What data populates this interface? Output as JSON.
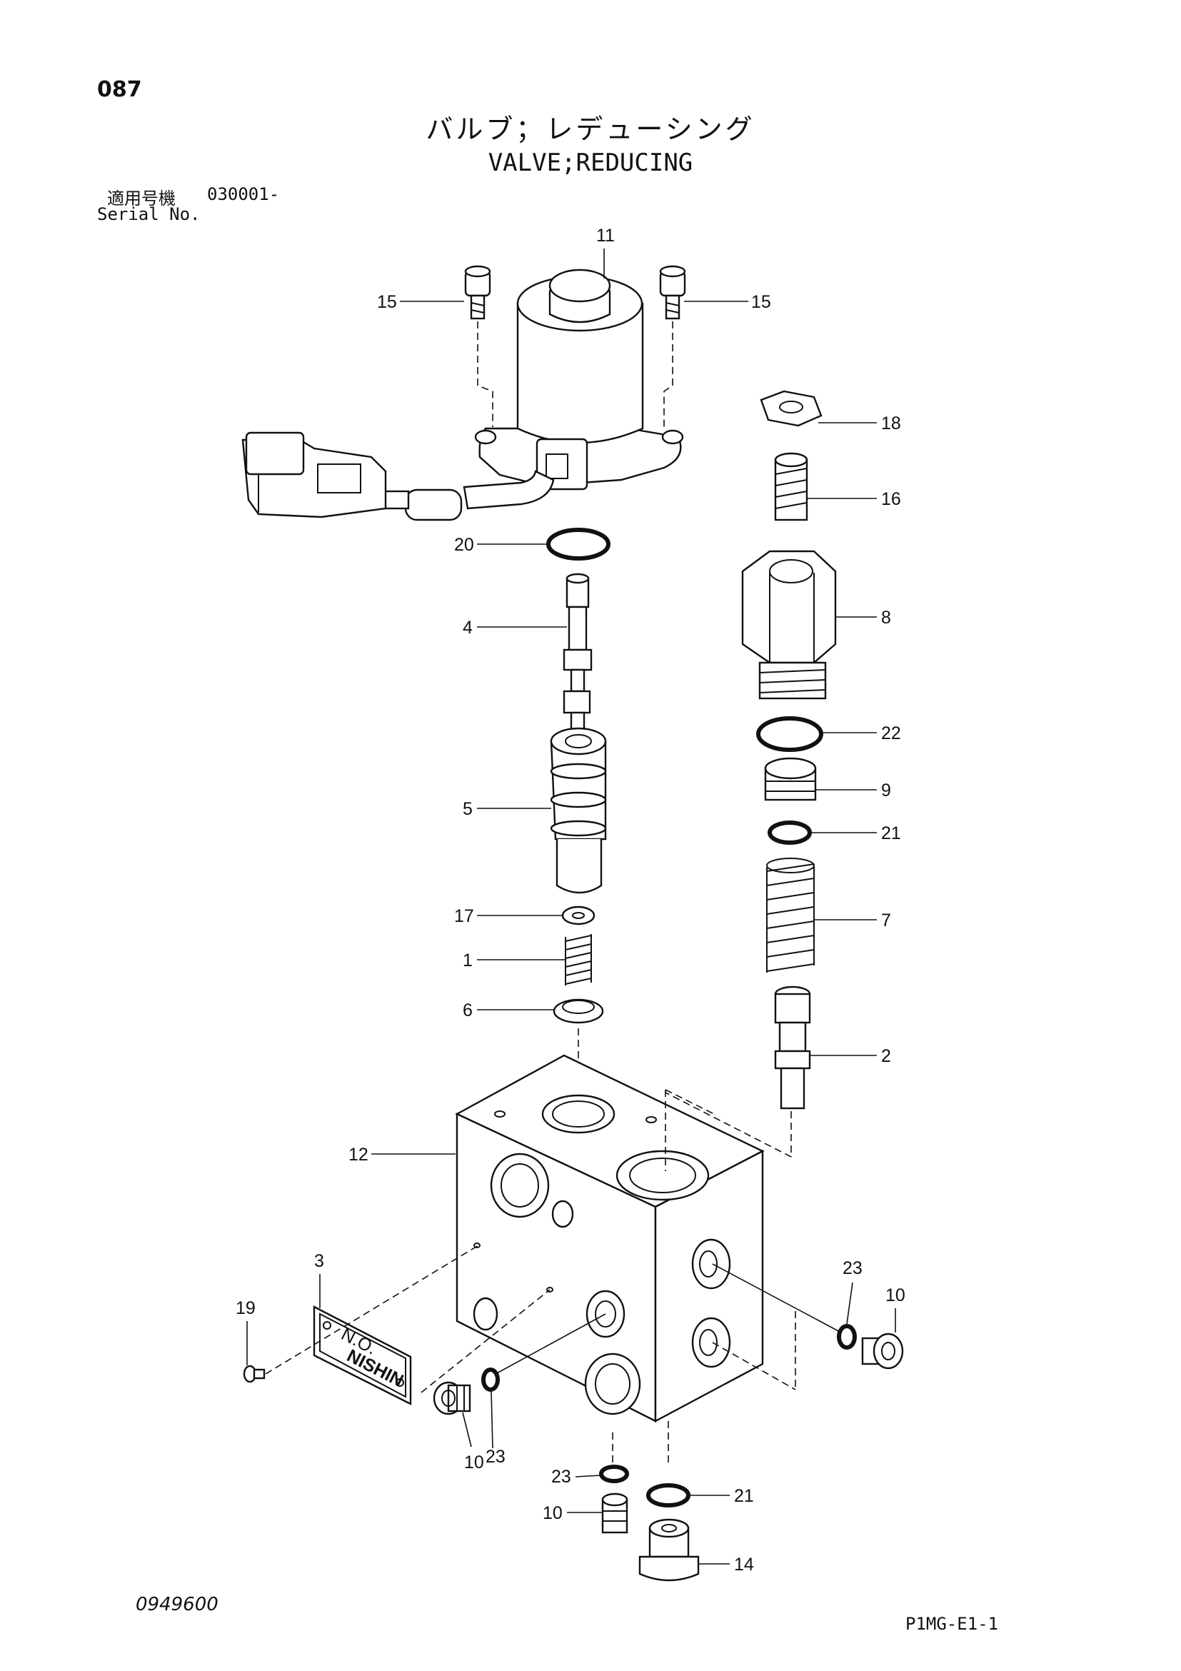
{
  "page_number": "087",
  "title_ja": "バルブ；レデューシング",
  "title_en": "VALVE;REDUCING",
  "serial": {
    "label_ja": "適用号機",
    "value": "030001-",
    "label_en": "Serial No."
  },
  "plate_text": {
    "line1": "N.O.",
    "line2": "NISHIN"
  },
  "callouts": {
    "c11": "11",
    "c15a": "15",
    "c15b": "15",
    "c18": "18",
    "c16": "16",
    "c20": "20",
    "c4": "4",
    "c8": "8",
    "c22": "22",
    "c5": "5",
    "c9": "9",
    "c21a": "21",
    "c17": "17",
    "c7": "7",
    "c1": "1",
    "c6": "6",
    "c2": "2",
    "c12": "12",
    "c3": "3",
    "c19": "19",
    "c23a": "23",
    "c10a": "10",
    "c10b": "10",
    "c23b": "23",
    "c23c": "23",
    "c21b": "21",
    "c10c": "10",
    "c14": "14"
  },
  "doc_number": "0949600",
  "sheet_code": "P1MG-E1-1"
}
